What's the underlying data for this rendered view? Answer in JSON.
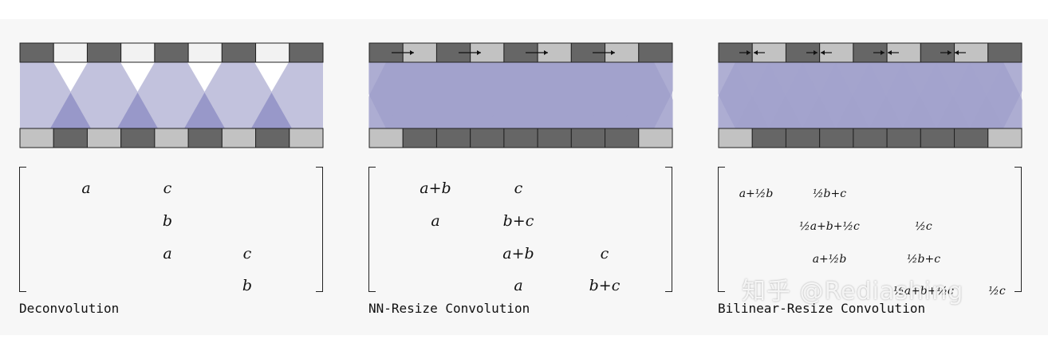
{
  "panels": [
    {
      "caption": "Deconvolution",
      "matrix": [
        {
          "text": "a",
          "col": 1,
          "row": 0
        },
        {
          "text": "c",
          "col": 2,
          "row": 0
        },
        {
          "text": "b",
          "col": 2,
          "row": 1
        },
        {
          "text": "a",
          "col": 2,
          "row": 2
        },
        {
          "text": "c",
          "col": 3,
          "row": 2
        },
        {
          "text": "b",
          "col": 3,
          "row": 3
        }
      ]
    },
    {
      "caption": "NN-Resize Convolution",
      "matrix": [
        {
          "text": "a+b",
          "col": 1,
          "row": 0
        },
        {
          "text": "c",
          "col": 2,
          "row": 0
        },
        {
          "text": "a",
          "col": 1,
          "row": 1
        },
        {
          "text": "b+c",
          "col": 2,
          "row": 1
        },
        {
          "text": "a+b",
          "col": 2,
          "row": 2
        },
        {
          "text": "c",
          "col": 3,
          "row": 2
        },
        {
          "text": "a",
          "col": 2,
          "row": 3
        },
        {
          "text": "b+c",
          "col": 3,
          "row": 3
        }
      ]
    },
    {
      "caption": "Bilinear-Resize Convolution",
      "matrix": [
        {
          "text": "a+½b",
          "col": 0,
          "row": 0
        },
        {
          "text": "½b+c",
          "col": 1,
          "row": 0
        },
        {
          "text": "½a+b+½c",
          "col": 1,
          "row": 1
        },
        {
          "text": "½c",
          "col": 2,
          "row": 1
        },
        {
          "text": "a+½b",
          "col": 1,
          "row": 2
        },
        {
          "text": "½b+c",
          "col": 2,
          "row": 2
        },
        {
          "text": "½a+b+½c",
          "col": 2,
          "row": 3
        },
        {
          "text": "½c",
          "col": 3,
          "row": 3
        }
      ]
    }
  ],
  "watermark": "知乎 @Rediashing",
  "colors": {
    "cell_dark": "#666666",
    "cell_light": "#c2c2c2",
    "cell_white": "#f2f2f2",
    "band": "#c2c2dd",
    "tri": "#9494c6"
  }
}
